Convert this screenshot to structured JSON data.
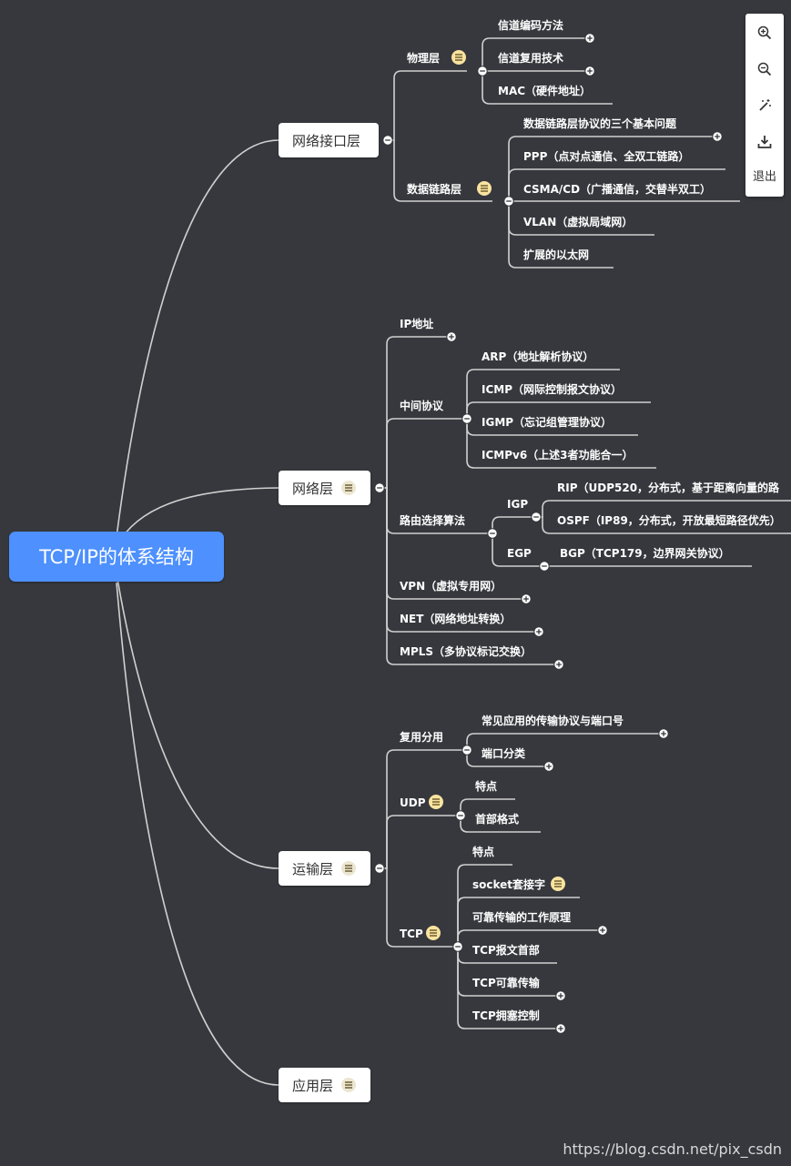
{
  "root": {
    "label": "TCP/IP的体系结构"
  },
  "layers": {
    "network_interface": "网络接口层",
    "network": "网络层",
    "transport": "运输层",
    "application": "应用层"
  },
  "network_interface": {
    "physical": "物理层",
    "physical_items": [
      "信道编码方法",
      "信道复用技术",
      "MAC（硬件地址）"
    ],
    "datalink": "数据链路层",
    "datalink_items": [
      "数据链路层协议的三个基本问题",
      "PPP（点对点通信、全双工链路）",
      "CSMA/CD（广播通信，交替半双工）",
      "VLAN（虚拟局域网）",
      "扩展的以太网"
    ]
  },
  "network": {
    "ip_address": "IP地址",
    "middle_protocols": "中间协议",
    "middle_items": [
      "ARP（地址解析协议）",
      "ICMP（网际控制报文协议）",
      "IGMP（忘记组管理协议）",
      "ICMPv6（上述3者功能合一）"
    ],
    "routing": "路由选择算法",
    "igp": "IGP",
    "igp_items": [
      "RIP（UDP520，分布式，基于距离向量的路",
      "OSPF（IP89，分布式，开放最短路径优先）"
    ],
    "egp": "EGP",
    "egp_items": [
      "BGP（TCP179，边界网关协议）"
    ],
    "vpn": "VPN（虚拟专用网）",
    "net": "NET（网络地址转换）",
    "mpls": "MPLS（多协议标记交换）"
  },
  "transport": {
    "mux": "复用分用",
    "mux_items": [
      "常见应用的传输协议与端口号",
      "端口分类"
    ],
    "udp": "UDP",
    "udp_items": [
      "特点",
      "首部格式"
    ],
    "tcp": "TCP",
    "tcp_items": [
      "特点",
      "socket套接字",
      "可靠传输的工作原理",
      "TCP报文首部",
      "TCP可靠传输",
      "TCP拥塞控制"
    ]
  },
  "toolbar": {
    "icons": [
      "zoom-in-icon",
      "zoom-out-icon",
      "magic-wand-icon",
      "download-icon"
    ],
    "exit_label": "退出"
  },
  "watermark": "https://blog.csdn.net/pix_csdn",
  "colors": {
    "background": "#36383d",
    "root_fill": "#4d90fe",
    "note_badge": "#f8e3a0",
    "connector": "#d0d0d0"
  }
}
